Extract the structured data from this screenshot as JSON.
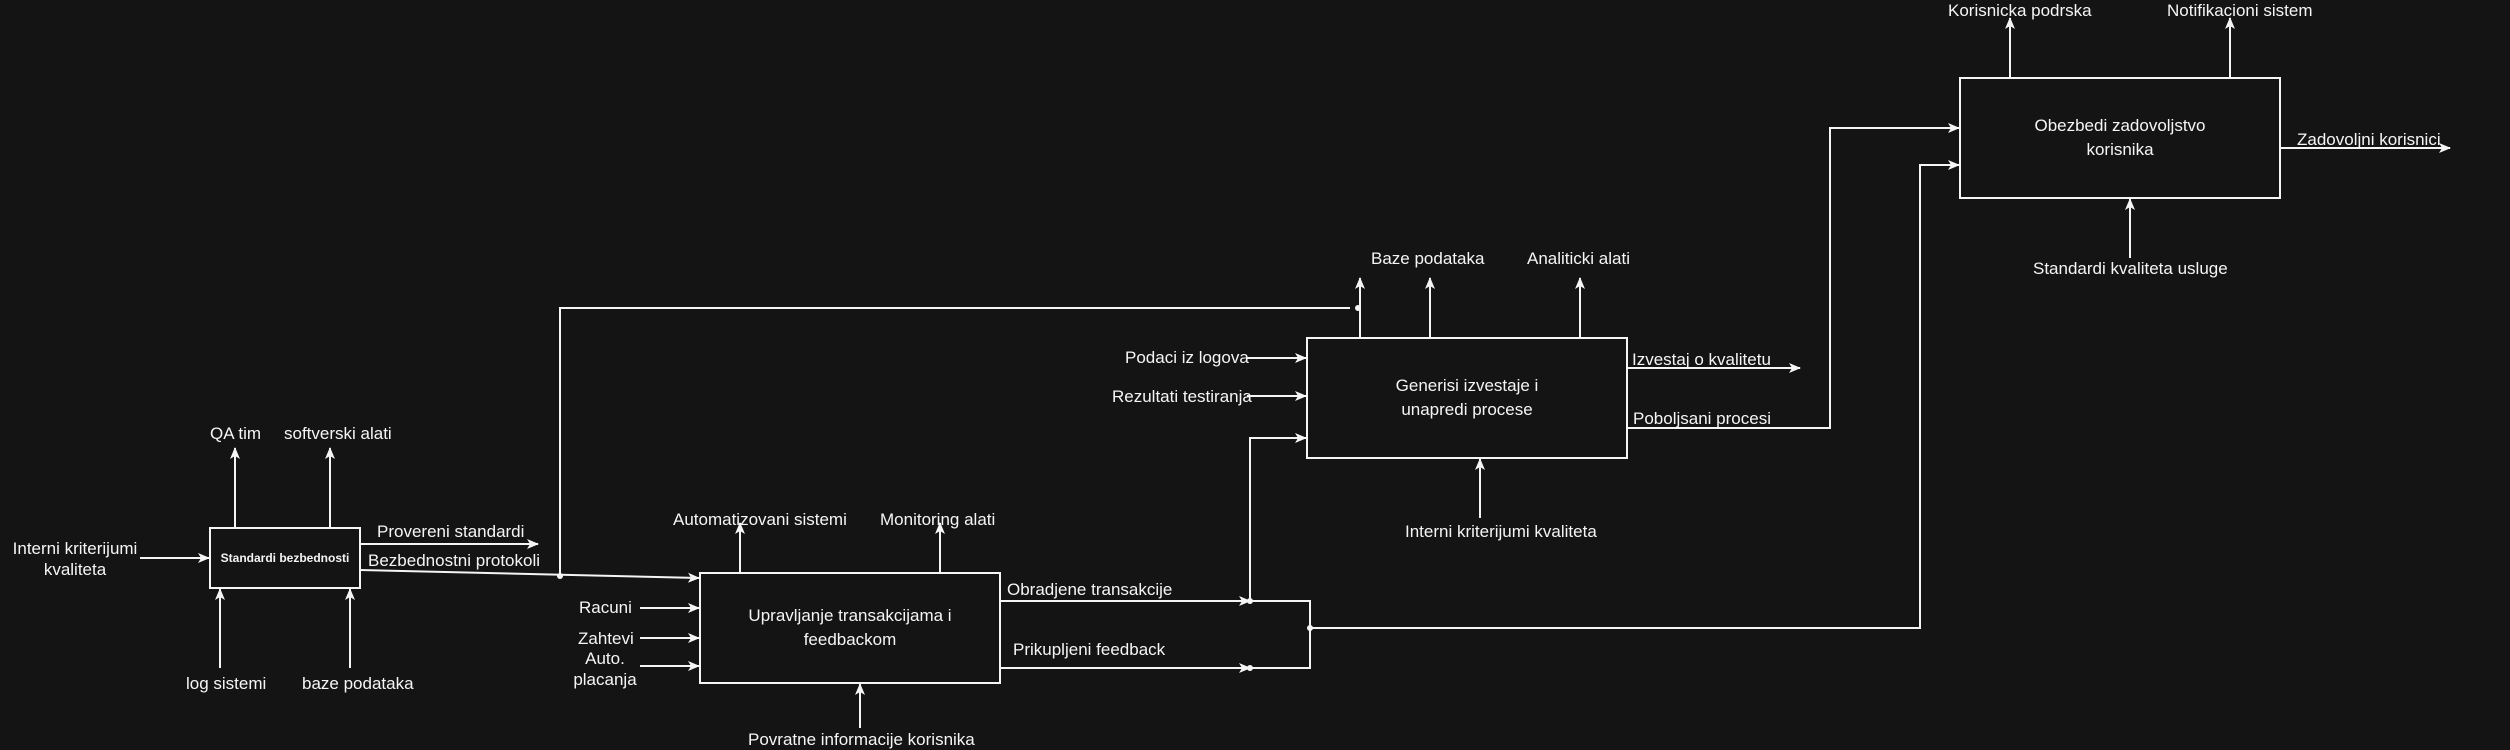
{
  "colors": {
    "background": "#141414",
    "line": "#f5f5f5",
    "text": "#f5f5f5"
  },
  "processes": {
    "security": {
      "title": "Standardi bezbednosti"
    },
    "transactions": {
      "title_line1": "Upravljanje transakcijama i",
      "title_line2": "feedbackom"
    },
    "reports": {
      "title_line1": "Generisi izvestaje i",
      "title_line2": "unapredi procese"
    },
    "satisfaction": {
      "title_line1": "Obezbedi zadovoljstvo",
      "title_line2": "korisnika"
    }
  },
  "labels": {
    "interni_kriterijumi_line1": "Interni kriterijumi",
    "interni_kriterijumi_line2": "kvaliteta",
    "qa_tim": "QA tim",
    "softverski_alati": "softverski alati",
    "log_sistemi": "log sistemi",
    "baze_podataka_small": "baze podataka",
    "provereni_standardi": "Provereni standardi",
    "bezbednostni_protokoli": "Bezbednostni protokoli",
    "automatizovani_sistemi": "Automatizovani sistemi",
    "monitoring_alati": "Monitoring alati",
    "racuni": "Racuni",
    "zahtevi": "Zahtevi",
    "auto_placanja_line1": "Auto.",
    "auto_placanja_line2": "placanja",
    "povratne_informacije": "Povratne informacije korisnika",
    "obradjene_transakcije": "Obradjene transakcije",
    "prikupljeni_feedback": "Prikupljeni feedback",
    "podaci_iz_logova": "Podaci iz logova",
    "rezultati_testiranja": "Rezultati testiranja",
    "baze_podataka": "Baze podataka",
    "analiticki_alati": "Analiticki alati",
    "interni_kriterijumi_kvaliteta": "Interni kriterijumi kvaliteta",
    "izvestaj_o_kvalitetu": "Izvestaj o kvalitetu",
    "poboljsani_procesi": "Poboljsani procesi",
    "korisnicka_podrska": "Korisnicka podrska",
    "notifikacioni_sistem": "Notifikacioni sistem",
    "zadovoljni_korisnici": "Zadovoljni korisnici",
    "standardi_kvaliteta_usluge": "Standardi kvaliteta usluge"
  }
}
